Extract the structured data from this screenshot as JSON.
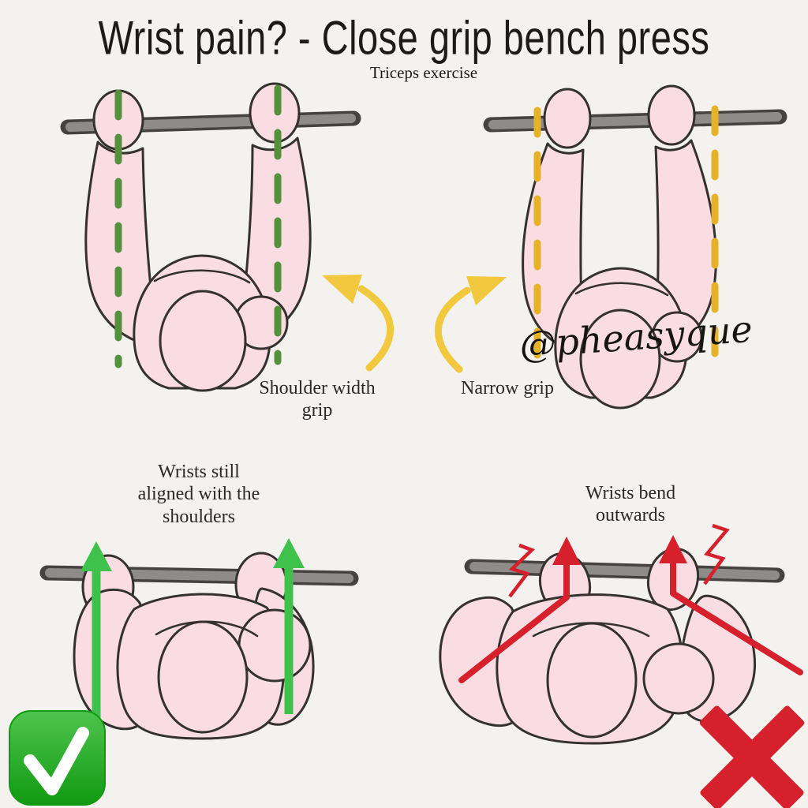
{
  "title": "Wrist pain? - Close grip bench press",
  "subtitle": "Triceps exercise",
  "watermark": "@pheasyque",
  "labels": {
    "shoulder_width": [
      "Shoulder width",
      "grip"
    ],
    "narrow": "Narrow grip",
    "wrists_aligned": [
      "Wrists still",
      "aligned with the",
      "shoulders"
    ],
    "wrists_bend": [
      "Wrists bend",
      "outwards"
    ]
  },
  "figures": {
    "top_left": "shoulder-width grip, forearms vertical, green dashed guide lines",
    "top_right": "narrow grip, yellow dashed guide lines at shoulder width",
    "bottom_left": "bar at chest, wrists aligned with shoulders, green up arrows, correct",
    "bottom_right": "bar at chest, wrists bend outwards, red bent arrows with strain marks, incorrect"
  },
  "icons": {
    "good": "check-icon",
    "bad": "cross-icon"
  },
  "colors": {
    "bg": "#f4f2ef",
    "skin": "#f9dde2",
    "outline": "#35312e",
    "bar-gray": "#8e8c89",
    "bar-edge": "#45423f",
    "guide-green": "#55903c",
    "guide-yellow": "#e6b22a",
    "arrow-yellow": "#f1c83e",
    "arrow-green": "#3fc24c",
    "alert-red": "#d6202b",
    "check-light": "#4ec44e",
    "check-dark": "#119a11",
    "text": "#1d1b19"
  }
}
